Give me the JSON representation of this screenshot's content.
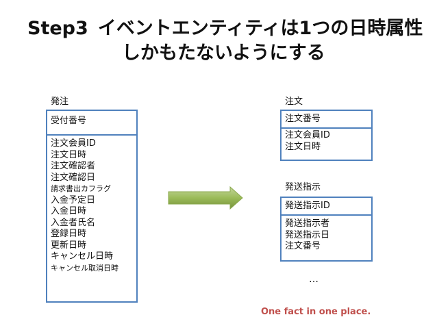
{
  "title": {
    "step": "Step3",
    "line1": "イベントエンティティは1つの日時属性",
    "line2": "しかもたないようにする"
  },
  "left": {
    "label": "発注",
    "header": "受付番号",
    "items": [
      "注文会員ID",
      "注文日時",
      "注文確認者",
      "注文確認日",
      "請求書出カフラグ",
      "入金予定日",
      "入金日時",
      "入金者氏名",
      "登録日時",
      "更新日時",
      "キャンセル日時",
      "キャンセル取消日時"
    ]
  },
  "right_order": {
    "label": "注文",
    "header": "注文番号",
    "items": [
      "注文会員ID",
      "注文日時"
    ]
  },
  "right_shipping": {
    "label": "発送指示",
    "header": "発送指示ID",
    "items": [
      "発送指示者",
      "発送指示日",
      "注文番号"
    ]
  },
  "ellipsis": "…",
  "tagline": "One fact in one place.",
  "colors": {
    "border": "#4f81bd",
    "arrow": "#9bbb59",
    "tagline": "#c0504d"
  }
}
